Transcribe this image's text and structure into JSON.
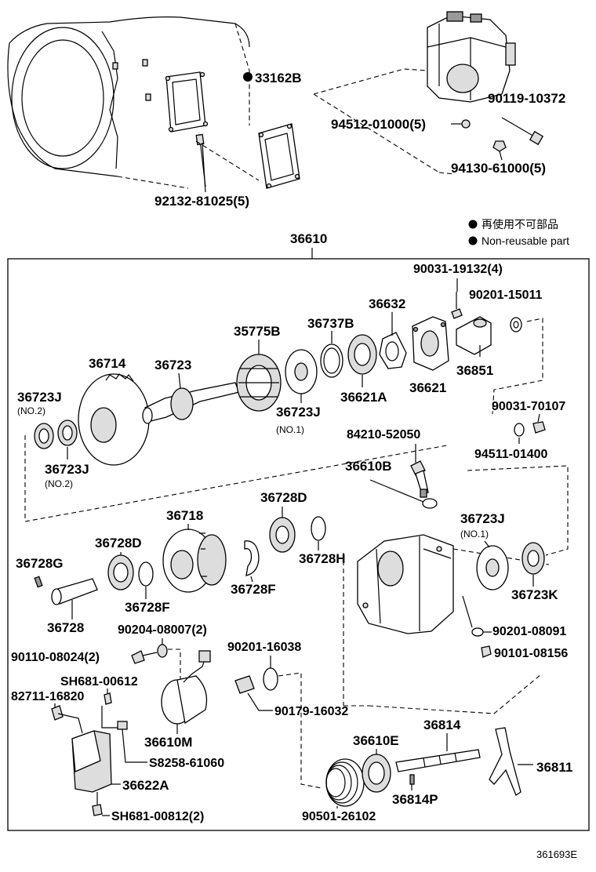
{
  "legend": {
    "jp": "再使用不可部品",
    "en": "Non-reusable part"
  },
  "diagram_code": "361693E",
  "assembly": "36610",
  "labels": {
    "p33162B": "33162B",
    "p90119": "90119-10372",
    "p94512": "94512-01000(5)",
    "p94130": "94130-61000(5)",
    "p92132": "92132-81025(5)",
    "p90031a": "90031-19132(4)",
    "p90201a": "90201-15011",
    "p36632": "36632",
    "p35775B": "35775B",
    "p36737B": "36737B",
    "p36714": "36714",
    "p36723": "36723",
    "p36851": "36851",
    "p36621": "36621",
    "p36621A": "36621A",
    "p36723J_a": "36723J",
    "n_no2_a": "(NO.2)",
    "p36723J_b": "36723J",
    "n_no1_b": "(NO.1)",
    "p36723J_c": "36723J",
    "n_no2_c": "(NO.2)",
    "p90031b": "90031-70107",
    "p94511": "94511-01400",
    "p84210": "84210-52050",
    "p36610B": "36610B",
    "p36728D_a": "36728D",
    "p36718": "36718",
    "p36728D_b": "36728D",
    "p36728G": "36728G",
    "p36728H": "36728H",
    "p36723J_d": "36723J",
    "n_no1_d": "(NO.1)",
    "p36728F_a": "36728F",
    "p36728F_b": "36728F",
    "p36723K": "36723K",
    "p36728": "36728",
    "p90204": "90204-08007(2)",
    "p90201b": "90201-08091",
    "p90110": "90110-08024(2)",
    "p90201c": "90201-16038",
    "p90101": "90101-08156",
    "pSH681a": "SH681-00612",
    "p82711": "82711-16820",
    "p90179": "90179-16032",
    "p36610M": "36610M",
    "p36814": "36814",
    "p36610E": "36610E",
    "pS8258": "S8258-61060",
    "p36811": "36811",
    "p36622A": "36622A",
    "p36814P": "36814P",
    "pSH681b": "SH681-00812(2)",
    "p90501": "90501-26102"
  }
}
